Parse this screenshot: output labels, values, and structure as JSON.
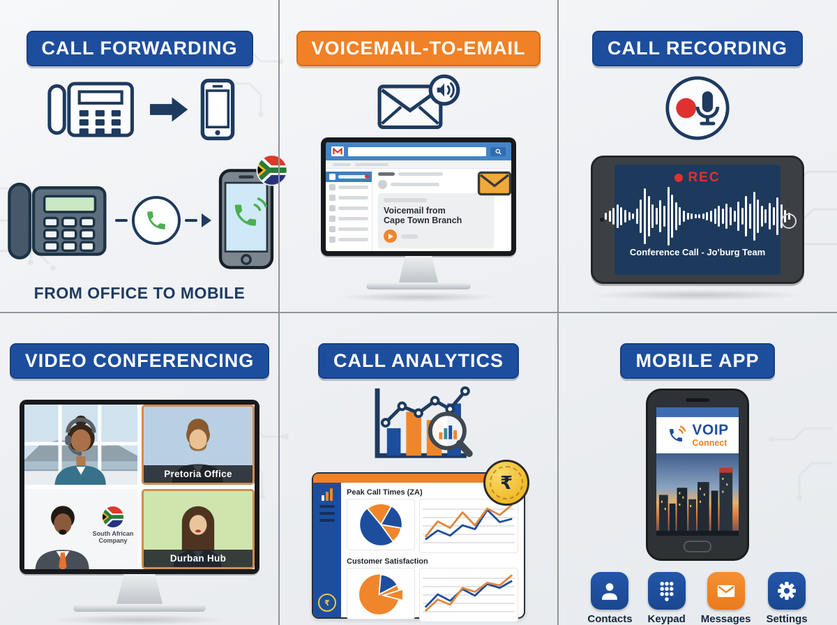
{
  "panels": {
    "call_forwarding": {
      "title": "CALL FORWARDING",
      "caption": "FROM OFFICE TO MOBILE"
    },
    "voicemail_to_email": {
      "title": "VOICEMAIL-TO-EMAIL",
      "notification_line1": "Voicemail from",
      "notification_line2": "Cape Town Branch"
    },
    "call_recording": {
      "title": "CALL RECORDING",
      "rec_label": "REC",
      "caption": "Conference Call - Jo'burg Team",
      "waveform": [
        10,
        16,
        24,
        34,
        26,
        18,
        12,
        8,
        22,
        48,
        80,
        58,
        34,
        24,
        46,
        30,
        84,
        62,
        40,
        26,
        16,
        10,
        8,
        6,
        6,
        8,
        12,
        16,
        22,
        30,
        22,
        36,
        26,
        16,
        42,
        24,
        58,
        36,
        70,
        48,
        30,
        20,
        38,
        26,
        54,
        34,
        18,
        10
      ]
    },
    "video_conferencing": {
      "title": "VIDEO CONFERENCING",
      "pretoria_label": "Pretoria Office",
      "durban_label": "Durban Hub",
      "company_line1": "South African",
      "company_line2": "Company"
    },
    "call_analytics": {
      "title": "CALL ANALYTICS",
      "section1_label": "Peak Call Times (ZA)",
      "section2_label": "Customer Satisfaction",
      "currency_symbol": "₹",
      "spark1": {
        "blue": [
          60,
          46,
          54,
          38,
          44,
          14,
          33,
          28
        ],
        "orange": [
          56,
          32,
          42,
          18,
          38,
          12,
          22,
          6
        ]
      },
      "spark2": {
        "blue": [
          58,
          38,
          48,
          30,
          40,
          22,
          28,
          17
        ],
        "orange": [
          64,
          46,
          54,
          28,
          34,
          20,
          24,
          8
        ]
      }
    },
    "mobile_app": {
      "title": "MOBILE APP",
      "logo_name": "VOIP",
      "logo_sub": "Connect",
      "app_icons": [
        {
          "name": "contacts",
          "label": "Contacts"
        },
        {
          "name": "keypad",
          "label": "Keypad"
        },
        {
          "name": "messages",
          "label": "Messages"
        },
        {
          "name": "settings",
          "label": "Settings"
        }
      ]
    }
  },
  "colors": {
    "blue": "#1d4e9e",
    "orange": "#f08126",
    "navy": "#1e3a5f",
    "red": "#e03131",
    "green": "#4caf50",
    "gold": "#f6c445"
  }
}
